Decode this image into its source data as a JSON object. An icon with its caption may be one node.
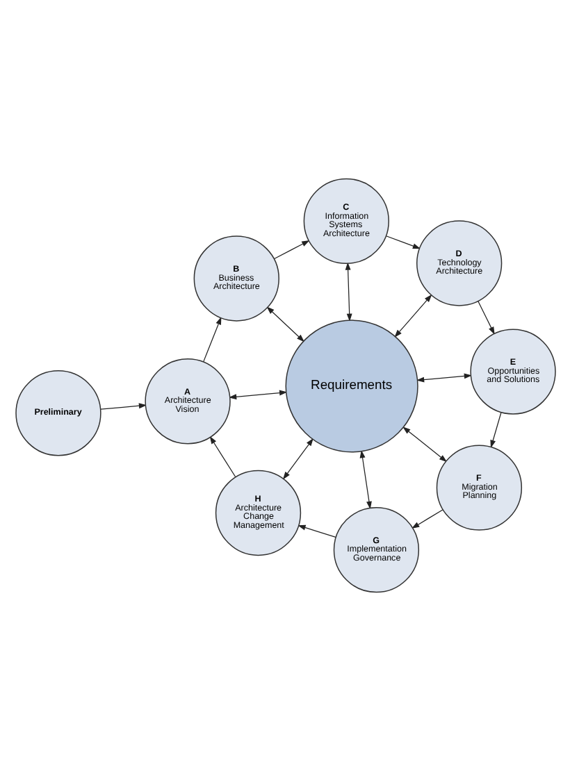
{
  "diagram": {
    "nodes": [
      {
        "text": [
          "Preliminary"
        ]
      },
      {
        "text": [
          "A",
          "Architecture Vision"
        ]
      },
      {
        "text": [
          "B",
          "Business Architecture"
        ]
      },
      {
        "text": [
          "C",
          "Information Systems Architecture"
        ]
      },
      {
        "text": [
          "D",
          "Technology Architecture"
        ]
      },
      {
        "text": [
          "E",
          "Opportunities and Solutions"
        ]
      },
      {
        "text": [
          "F",
          "Migration Planning"
        ]
      },
      {
        "text": [
          "G",
          "Implementation Governance"
        ]
      },
      {
        "text": [
          "H",
          "Architecture Change Management"
        ]
      },
      {
        "text": [
          "Requirements"
        ]
      }
    ],
    "edges": [
      {
        "from": 0,
        "to": 1,
        "arrow": "to"
      },
      {
        "from": 1,
        "to": 2,
        "arrow": "to"
      },
      {
        "from": 2,
        "to": 3,
        "arrow": "to"
      },
      {
        "from": 3,
        "to": 4,
        "arrow": "to"
      },
      {
        "from": 4,
        "to": 5,
        "arrow": "to"
      },
      {
        "from": 5,
        "to": 6,
        "arrow": "to"
      },
      {
        "from": 6,
        "to": 7,
        "arrow": "to"
      },
      {
        "from": 7,
        "to": 8,
        "arrow": "to"
      },
      {
        "from": 8,
        "to": 1,
        "arrow": "to"
      },
      {
        "from": 9,
        "to": 1,
        "arrow": "both"
      },
      {
        "from": 9,
        "to": 2,
        "arrow": "both"
      },
      {
        "from": 9,
        "to": 3,
        "arrow": "both"
      },
      {
        "from": 9,
        "to": 4,
        "arrow": "both"
      },
      {
        "from": 9,
        "to": 5,
        "arrow": "both"
      },
      {
        "from": 9,
        "to": 6,
        "arrow": "both"
      },
      {
        "from": 9,
        "to": 7,
        "arrow": "both"
      },
      {
        "from": 9,
        "to": 8,
        "arrow": "both"
      }
    ]
  }
}
